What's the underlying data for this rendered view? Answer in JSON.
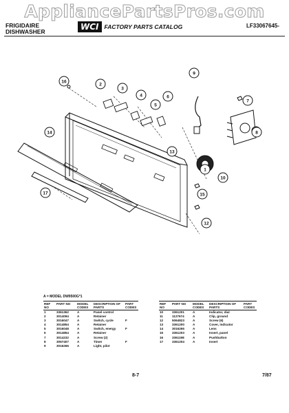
{
  "watermark": "AppliancePartsPros.com",
  "header": {
    "brand_line1": "FRIGIDAIRE",
    "brand_line2": "DISHWASHER",
    "logo": "WCI",
    "catalog_title": "FACTORY PARTS CATALOG",
    "catalog_number": "LF33067645-"
  },
  "callouts": [
    "1",
    "2",
    "3",
    "4",
    "5",
    "6",
    "7",
    "8",
    "9",
    "10",
    "12",
    "13",
    "14",
    "15",
    "16",
    "17"
  ],
  "model_line": "A = MODEL DW9500G*1",
  "table_headers": {
    "ref_no": "REF NO",
    "part_no": "PART NO",
    "model_codes": "MODEL CODES",
    "description": "DESCRIPTION OF PARTS",
    "part_codes": "PART CODES"
  },
  "parts_left": [
    {
      "ref": "1",
      "part": "3361362",
      "model": "A",
      "desc": "Panel control",
      "code": ""
    },
    {
      "ref": "2",
      "part": "3014094",
      "model": "A",
      "desc": "Retainer",
      "code": ""
    },
    {
      "ref": "3",
      "part": "3016047",
      "model": "A",
      "desc": "Switch, cycle",
      "code": "F"
    },
    {
      "ref": "4",
      "part": "3014854",
      "model": "A",
      "desc": "Retainer",
      "code": ""
    },
    {
      "ref": "5",
      "part": "3016048",
      "model": "A",
      "desc": "Switch, energy",
      "code": "F"
    },
    {
      "ref": "6",
      "part": "3014854",
      "model": "A",
      "desc": "Retainer",
      "code": ""
    },
    {
      "ref": "7",
      "part": "3014232",
      "model": "A",
      "desc": "Screw (2)",
      "code": ""
    },
    {
      "ref": "8",
      "part": "3057407",
      "model": "A",
      "desc": "Timer",
      "code": "F"
    },
    {
      "ref": "9",
      "part": "3016266",
      "model": "A",
      "desc": "Light, pilot",
      "code": ""
    }
  ],
  "parts_right": [
    {
      "ref": "10",
      "part": "3361201",
      "model": "A",
      "desc": "Indicator, dial",
      "code": ""
    },
    {
      "ref": "11",
      "part": "1127674",
      "model": "A",
      "desc": "Clip, ground",
      "code": ""
    },
    {
      "ref": "12",
      "part": "5064823",
      "model": "A",
      "desc": "Screw (6)",
      "code": ""
    },
    {
      "ref": "13",
      "part": "3361200",
      "model": "A",
      "desc": "Cover, indicator",
      "code": ""
    },
    {
      "ref": "14",
      "part": "3016265",
      "model": "A",
      "desc": "Lens",
      "code": ""
    },
    {
      "ref": "15",
      "part": "3361203",
      "model": "A",
      "desc": "Insert, panel",
      "code": ""
    },
    {
      "ref": "16",
      "part": "3361198",
      "model": "A",
      "desc": "Pushbutton",
      "code": ""
    },
    {
      "ref": "17",
      "part": "3361204",
      "model": "A",
      "desc": "Insert",
      "code": ""
    }
  ],
  "footer": {
    "page": "8-7",
    "date": "7/87"
  }
}
